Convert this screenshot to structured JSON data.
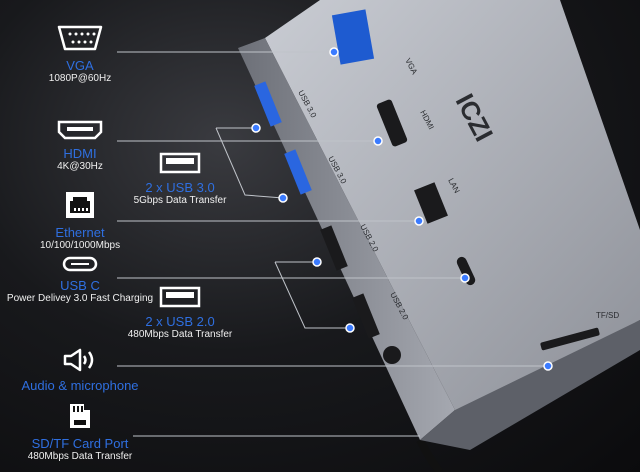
{
  "features": [
    {
      "icon": "vga-port-icon",
      "title": "VGA",
      "subtitle": "1080P@60Hz"
    },
    {
      "icon": "hdmi-port-icon",
      "title": "HDMI",
      "subtitle": "4K@30Hz"
    },
    {
      "icon": "usb-a-port-icon",
      "title": "2 x USB 3.0",
      "subtitle": "5Gbps Data Transfer"
    },
    {
      "icon": "ethernet-port-icon",
      "title": "Ethernet",
      "subtitle": "10/100/1000Mbps"
    },
    {
      "icon": "usb-c-port-icon",
      "title": "USB C",
      "subtitle": "Power Delivey 3.0 Fast Charging"
    },
    {
      "icon": "usb-a-port-icon",
      "title": "2 x USB 2.0",
      "subtitle": "480Mbps Data Transfer"
    },
    {
      "icon": "speaker-icon",
      "title": "Audio & microphone",
      "subtitle": ""
    },
    {
      "icon": "sd-card-icon",
      "title": "SD/TF Card Port",
      "subtitle": "480Mbps Data Transfer"
    }
  ],
  "device": {
    "brand": "ICZI",
    "port_labels": {
      "vga": "VGA",
      "hdmi": "HDMI",
      "lan": "LAN",
      "usb3a": "USB 3.0",
      "usb3b": "USB 3.0",
      "usb2a": "USB 2.0",
      "usb2b": "USB 2.0",
      "card": "TF/SD"
    }
  },
  "colors": {
    "accent": "#2f6fe0",
    "dot": "#3b7bff"
  }
}
